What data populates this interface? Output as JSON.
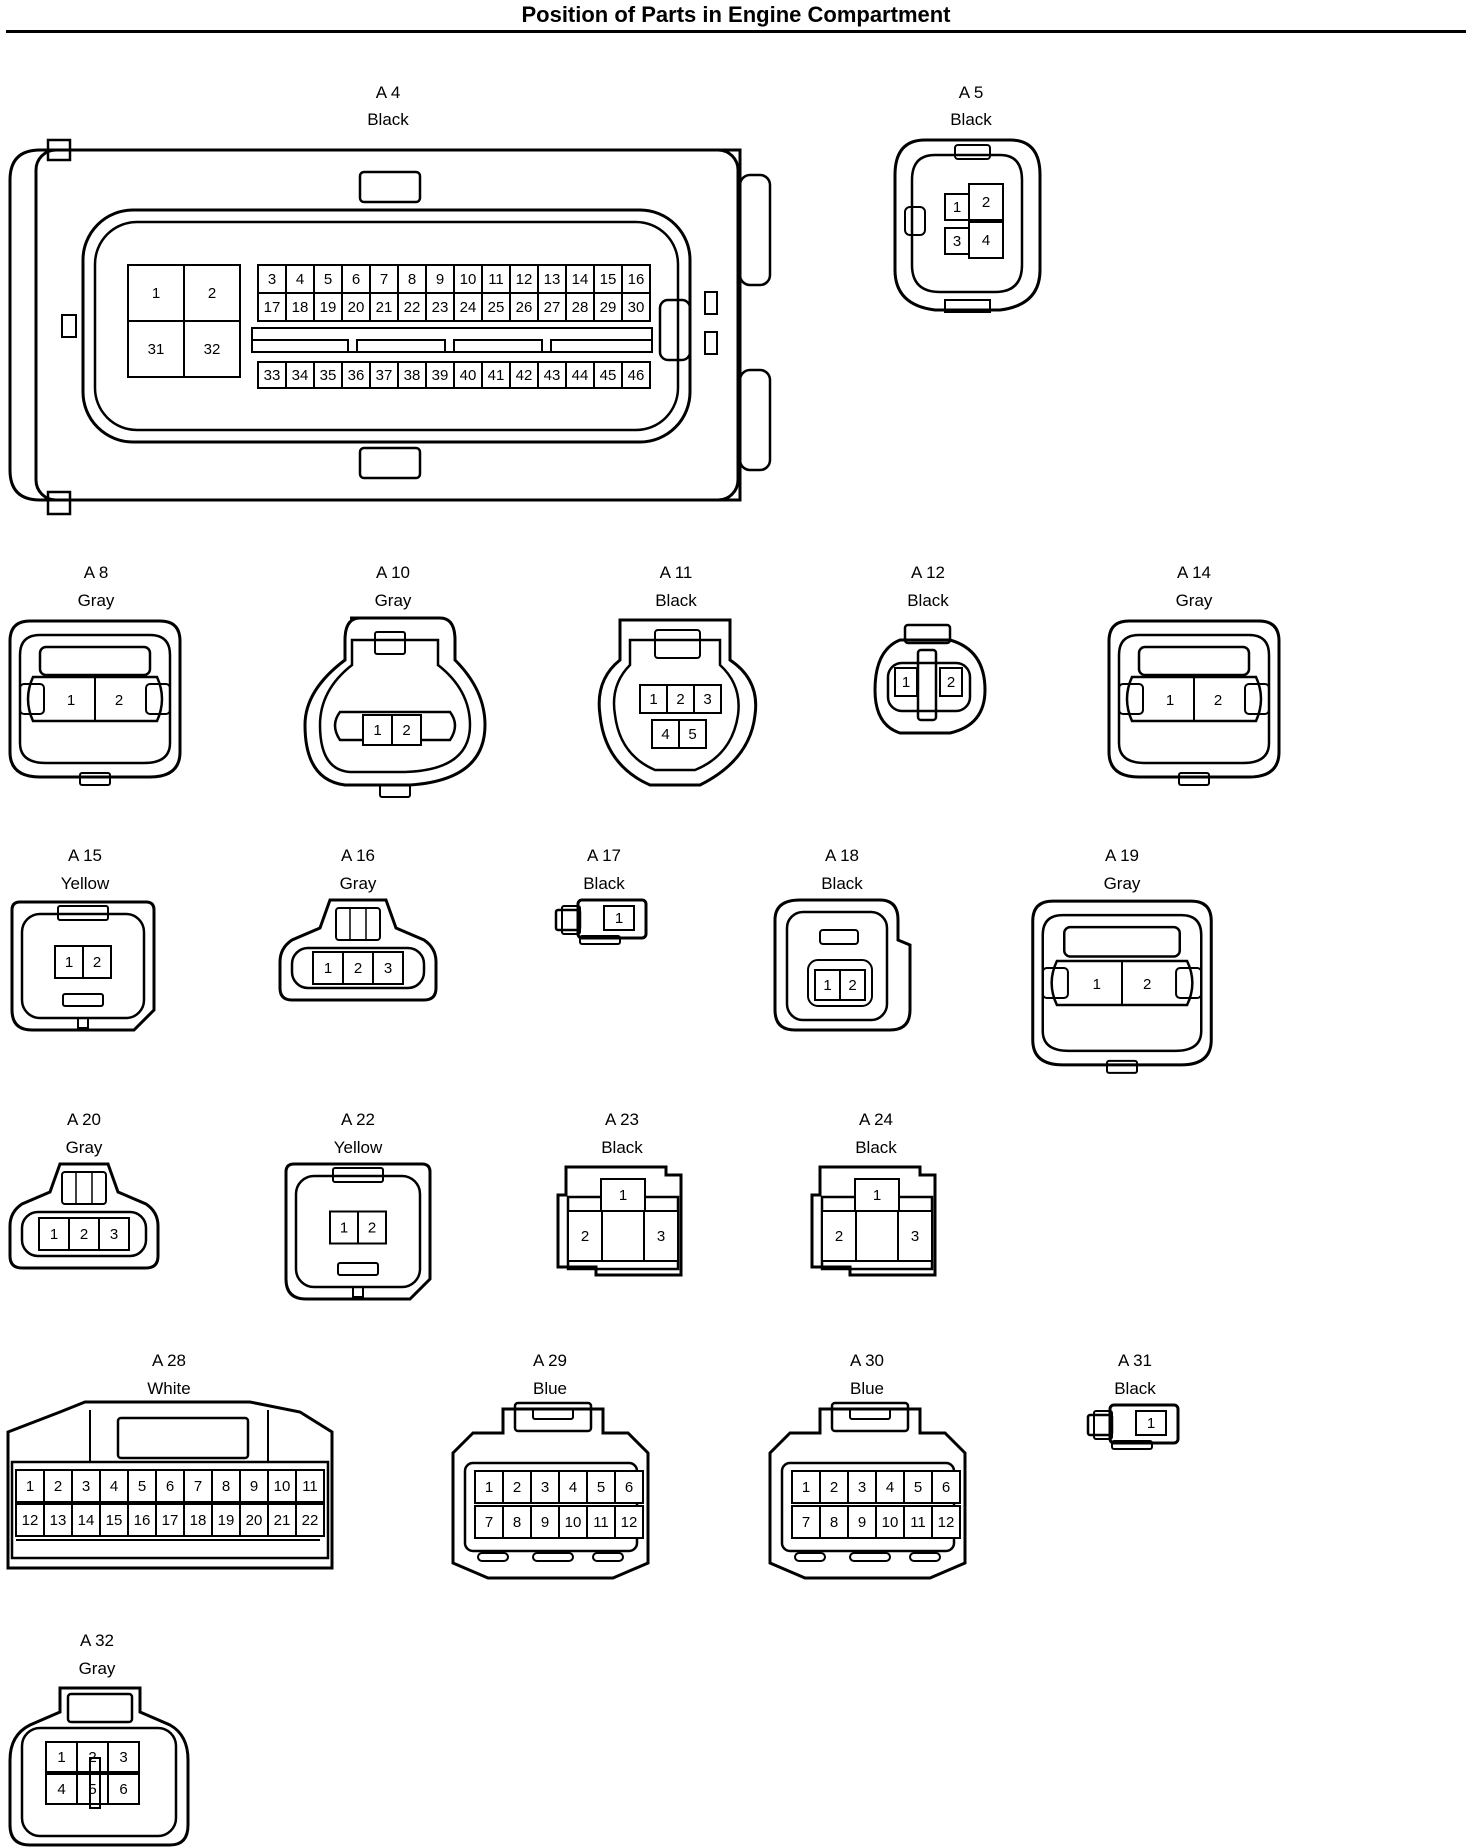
{
  "title": "Position of Parts in Engine Compartment",
  "connectors": [
    {
      "id": "A 4",
      "color": "Black",
      "pins": [
        "1",
        "2",
        "31",
        "32",
        "3",
        "4",
        "5",
        "6",
        "7",
        "8",
        "9",
        "10",
        "11",
        "12",
        "13",
        "14",
        "15",
        "16",
        "17",
        "18",
        "19",
        "20",
        "21",
        "22",
        "23",
        "24",
        "25",
        "26",
        "27",
        "28",
        "29",
        "30",
        "33",
        "34",
        "35",
        "36",
        "37",
        "38",
        "39",
        "40",
        "41",
        "42",
        "43",
        "44",
        "45",
        "46"
      ]
    },
    {
      "id": "A 5",
      "color": "Black",
      "pins": [
        "1",
        "2",
        "3",
        "4"
      ]
    },
    {
      "id": "A 8",
      "color": "Gray",
      "pins": [
        "1",
        "2"
      ]
    },
    {
      "id": "A 10",
      "color": "Gray",
      "pins": [
        "1",
        "2"
      ]
    },
    {
      "id": "A 11",
      "color": "Black",
      "pins": [
        "1",
        "2",
        "3",
        "4",
        "5"
      ]
    },
    {
      "id": "A 12",
      "color": "Black",
      "pins": [
        "1",
        "2"
      ]
    },
    {
      "id": "A 14",
      "color": "Gray",
      "pins": [
        "1",
        "2"
      ]
    },
    {
      "id": "A 15",
      "color": "Yellow",
      "pins": [
        "1",
        "2"
      ]
    },
    {
      "id": "A 16",
      "color": "Gray",
      "pins": [
        "1",
        "2",
        "3"
      ]
    },
    {
      "id": "A 17",
      "color": "Black",
      "pins": [
        "1"
      ]
    },
    {
      "id": "A 18",
      "color": "Black",
      "pins": [
        "1",
        "2"
      ]
    },
    {
      "id": "A 19",
      "color": "Gray",
      "pins": [
        "1",
        "2"
      ]
    },
    {
      "id": "A 20",
      "color": "Gray",
      "pins": [
        "1",
        "2",
        "3"
      ]
    },
    {
      "id": "A 22",
      "color": "Yellow",
      "pins": [
        "1",
        "2"
      ]
    },
    {
      "id": "A 23",
      "color": "Black",
      "pins": [
        "1",
        "2",
        "3"
      ]
    },
    {
      "id": "A 24",
      "color": "Black",
      "pins": [
        "1",
        "2",
        "3"
      ]
    },
    {
      "id": "A 28",
      "color": "White",
      "pins": [
        "1",
        "2",
        "3",
        "4",
        "5",
        "6",
        "7",
        "8",
        "9",
        "10",
        "11",
        "12",
        "13",
        "14",
        "15",
        "16",
        "17",
        "18",
        "19",
        "20",
        "21",
        "22"
      ]
    },
    {
      "id": "A 29",
      "color": "Blue",
      "pins": [
        "1",
        "2",
        "3",
        "4",
        "5",
        "6",
        "7",
        "8",
        "9",
        "10",
        "11",
        "12"
      ]
    },
    {
      "id": "A 30",
      "color": "Blue",
      "pins": [
        "1",
        "2",
        "3",
        "4",
        "5",
        "6",
        "7",
        "8",
        "9",
        "10",
        "11",
        "12"
      ]
    },
    {
      "id": "A 31",
      "color": "Black",
      "pins": [
        "1"
      ]
    },
    {
      "id": "A 32",
      "color": "Gray",
      "pins": [
        "1",
        "2",
        "3",
        "4",
        "5",
        "6"
      ]
    }
  ]
}
